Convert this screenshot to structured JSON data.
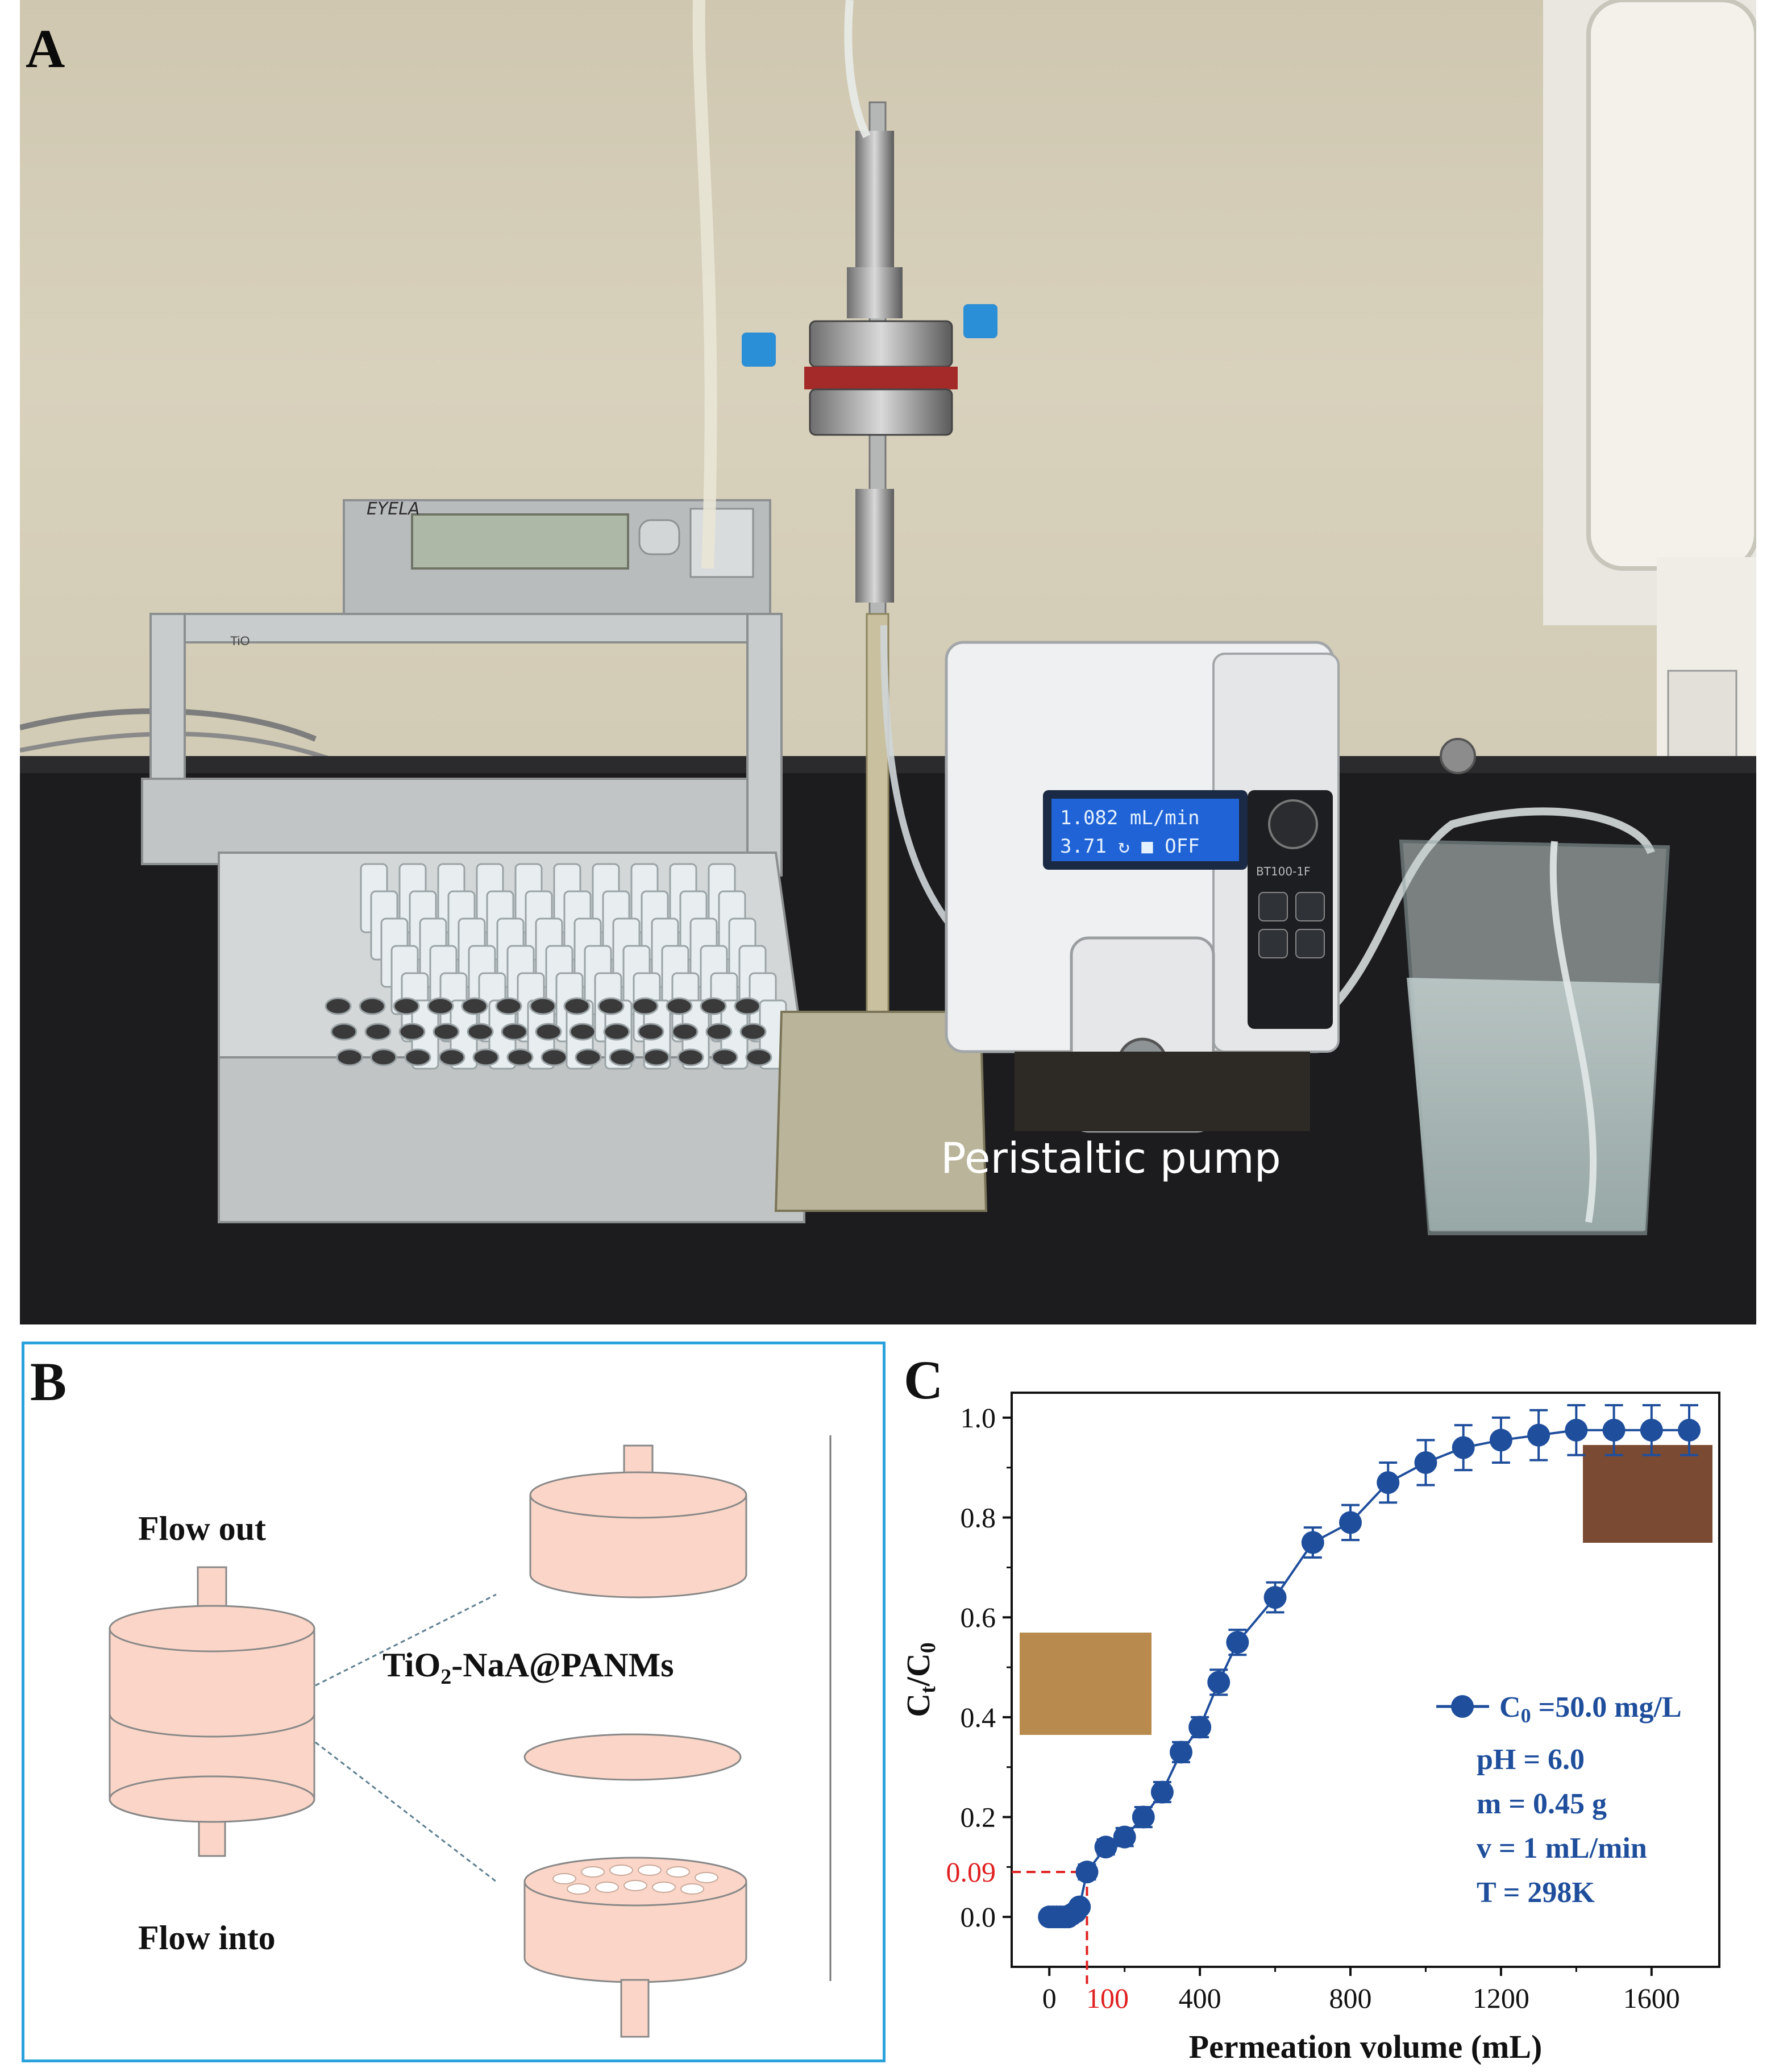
{
  "panels": {
    "a_letter": "A",
    "b_letter": "B",
    "c_letter": "C"
  },
  "photo": {
    "pump_label": "Peristaltic pump",
    "tio_label": "TiO",
    "instrument_brand": "EYELA",
    "pump_display_line1": "1.082 mL/min",
    "pump_display_line2": "3.71 ↻ ■ OFF",
    "pump_model": "BT100-1F"
  },
  "diagram": {
    "flow_out": "Flow out",
    "flow_into": "Flow into",
    "membrane_label": "TiO",
    "membrane_sub": "2",
    "membrane_label_rest": "-NaA@PANMs",
    "colors": {
      "body": "#fbd6c8",
      "stroke": "#888888",
      "border": "#2aa3dc"
    }
  },
  "chart_data": {
    "type": "scatter",
    "x_label": "Permeation volume (mL)",
    "y_label_main": "C",
    "y_label_sub1": "t",
    "y_label_mid": "/C",
    "y_label_sub2": "0",
    "xlim": [
      -100,
      1780
    ],
    "ylim": [
      -0.1,
      1.05
    ],
    "x_ticks": [
      0,
      400,
      800,
      1200,
      1600
    ],
    "y_ticks": [
      0.0,
      0.2,
      0.4,
      0.6,
      0.8,
      1.0
    ],
    "x_tick_labels": [
      "0",
      "400",
      "800",
      "1200",
      "1600"
    ],
    "y_tick_labels": [
      "0.0",
      "0.2",
      "0.4",
      "0.6",
      "0.8",
      "1.0"
    ],
    "color": "#1f4e9c",
    "series": [
      {
        "x": [
          0,
          10,
          20,
          30,
          40,
          50,
          60,
          70,
          80,
          100,
          150,
          200,
          250,
          300,
          350,
          400,
          450,
          500,
          600,
          700,
          800,
          900,
          1000,
          1100,
          1200,
          1300,
          1400,
          1500,
          1600,
          1700
        ],
        "y": [
          0.0,
          0.0,
          0.0,
          0.0,
          0.0,
          0.0,
          0.005,
          0.01,
          0.02,
          0.09,
          0.14,
          0.16,
          0.2,
          0.25,
          0.33,
          0.38,
          0.47,
          0.55,
          0.64,
          0.75,
          0.79,
          0.87,
          0.91,
          0.94,
          0.955,
          0.965,
          0.975,
          0.975,
          0.975,
          0.975
        ],
        "err": [
          0.008,
          0.008,
          0.008,
          0.008,
          0.008,
          0.008,
          0.008,
          0.008,
          0.01,
          0.015,
          0.015,
          0.018,
          0.02,
          0.02,
          0.02,
          0.02,
          0.025,
          0.025,
          0.03,
          0.03,
          0.035,
          0.04,
          0.045,
          0.045,
          0.045,
          0.05,
          0.05,
          0.05,
          0.05,
          0.05
        ]
      }
    ],
    "annotation": {
      "x": 100,
      "y": 0.09,
      "x_text": "100",
      "y_text": "0.09",
      "color": "#e02020"
    },
    "legend": {
      "line1_prefix": "C",
      "line1_sub": "0",
      "line1_rest": " =50.0 mg/L",
      "line2": "pH = 6.0",
      "line3": "m = 0.45 g",
      "line4": "v = 1 mL/min",
      "line5": "T = 298K"
    },
    "swatches": {
      "before": "#b98a4e",
      "after": "#7a4b32"
    }
  }
}
